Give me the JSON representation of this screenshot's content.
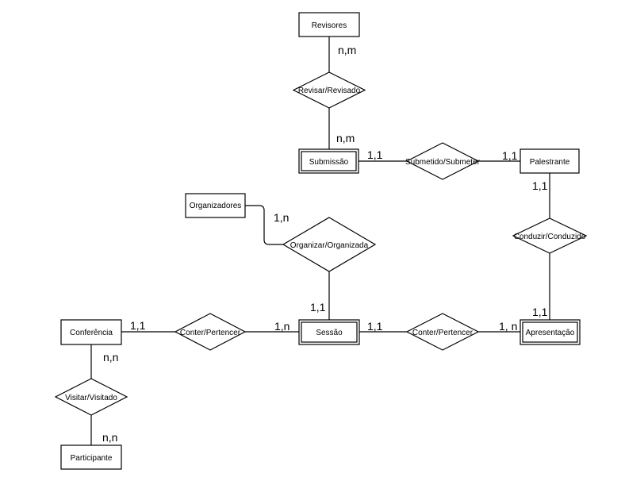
{
  "entities": [
    {
      "id": "revisores",
      "label": "Revisores",
      "weak": false
    },
    {
      "id": "submissao",
      "label": "Submissão",
      "weak": true
    },
    {
      "id": "palestrante",
      "label": "Palestrante",
      "weak": false
    },
    {
      "id": "organizadores",
      "label": "Organizadores",
      "weak": false
    },
    {
      "id": "conferencia",
      "label": "Conferência",
      "weak": false
    },
    {
      "id": "sessao",
      "label": "Sessão",
      "weak": true
    },
    {
      "id": "apresentacao",
      "label": "Apresentação",
      "weak": true
    },
    {
      "id": "participante",
      "label": "Participante",
      "weak": false
    }
  ],
  "relationships": [
    {
      "id": "revisar",
      "label": "Revisar/Revisado"
    },
    {
      "id": "submetido",
      "label": "Submetido/Submeter"
    },
    {
      "id": "conduzir",
      "label": "Conduzir/Conduzido"
    },
    {
      "id": "organizar",
      "label": "Organizar/Organizada"
    },
    {
      "id": "conter1",
      "label": "Conter/Pertencer"
    },
    {
      "id": "conter2",
      "label": "Conter/Pertencer"
    },
    {
      "id": "visitar",
      "label": "Visitar/Visitado"
    }
  ],
  "cardinalities": [
    {
      "id": "c-revisores-revisar",
      "label": "n,m"
    },
    {
      "id": "c-submissao-revisar",
      "label": "n,m"
    },
    {
      "id": "c-submissao-submetido",
      "label": "1,1"
    },
    {
      "id": "c-palestrante-submetido",
      "label": "1,1"
    },
    {
      "id": "c-palestrante-conduzir",
      "label": "1,1"
    },
    {
      "id": "c-apresentacao-conduzir",
      "label": "1,1"
    },
    {
      "id": "c-organizadores-organizar",
      "label": "1,n"
    },
    {
      "id": "c-sessao-organizar",
      "label": "1,1"
    },
    {
      "id": "c-conferencia-conter",
      "label": "1,1"
    },
    {
      "id": "c-sessao-conter1",
      "label": "1,n"
    },
    {
      "id": "c-sessao-conter2",
      "label": "1,1"
    },
    {
      "id": "c-apresentacao-conter2",
      "label": "1, n"
    },
    {
      "id": "c-conferencia-visitar",
      "label": "n,n"
    },
    {
      "id": "c-participante-visitar",
      "label": "n,n"
    }
  ]
}
